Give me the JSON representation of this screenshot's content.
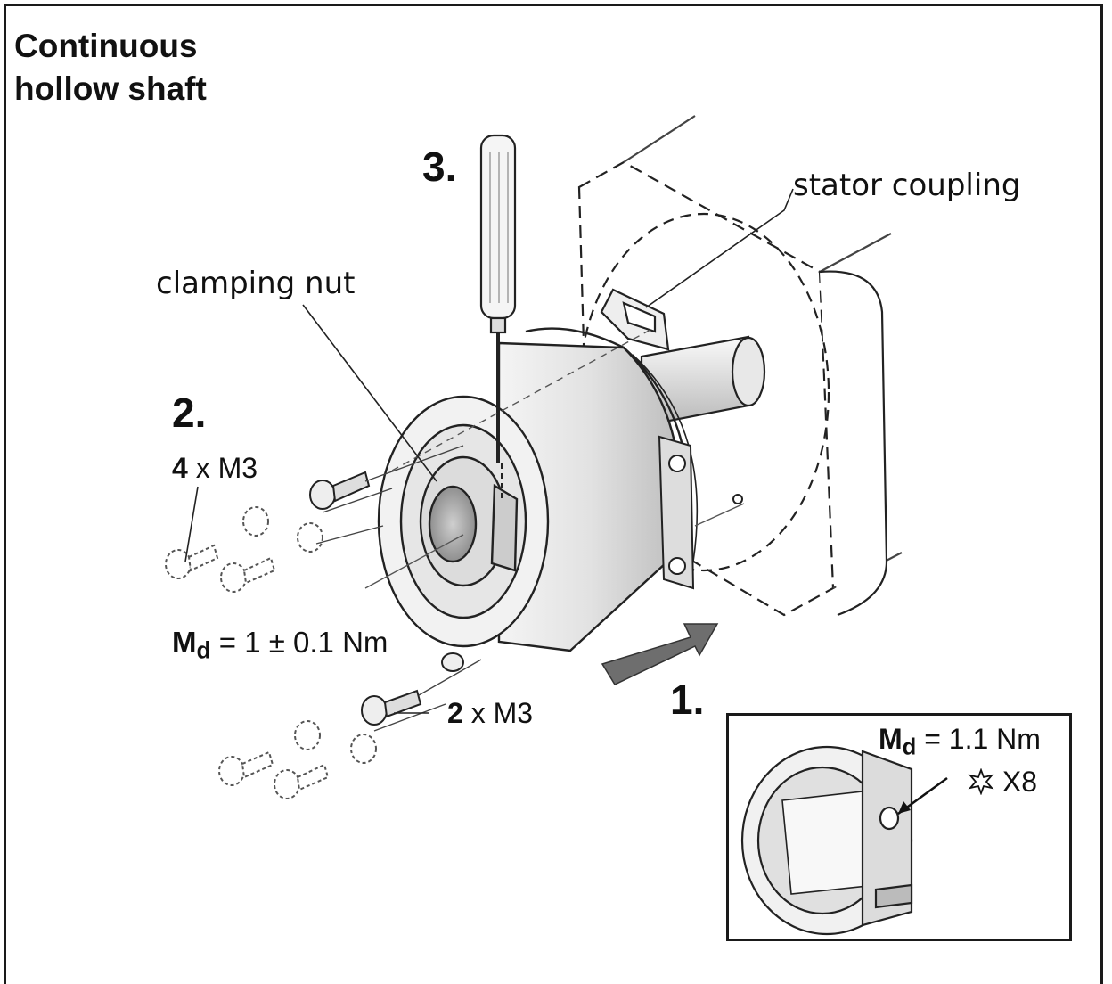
{
  "title": {
    "line1": "Continuous",
    "line2": "hollow shaft"
  },
  "steps": {
    "step1": "1.",
    "step2": "2.",
    "step3": "3."
  },
  "labels": {
    "stator_coupling": "stator coupling",
    "clamping_nut": "clamping nut"
  },
  "screws_top": {
    "count": "4",
    "size": "x M3"
  },
  "screws_bottom": {
    "count": "2",
    "size": "x M3"
  },
  "torque_main": {
    "symbol": "M",
    "subscript": "d",
    "value": "= 1 ± 0.1 Nm"
  },
  "inset": {
    "torque": {
      "symbol": "M",
      "subscript": "d",
      "value": "= 1.1 Nm"
    },
    "tool": "X8",
    "tool_icon": "torx-star-icon"
  }
}
